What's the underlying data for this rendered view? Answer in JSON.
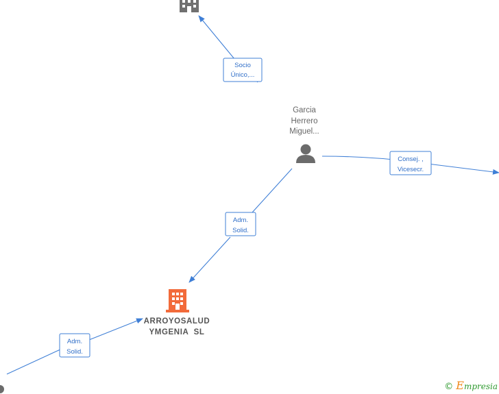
{
  "nodes": {
    "top_company": {
      "icon": "building-icon",
      "color": "#707070"
    },
    "person": {
      "label_lines": [
        "Garcia",
        "Herrero",
        "Miguel..."
      ],
      "icon": "person-icon",
      "color": "#6b6b6b"
    },
    "main_company": {
      "label_lines": [
        "ARROYOSALUD",
        "YMGENIA  SL"
      ],
      "icon": "building-icon",
      "color": "#f26a3a"
    },
    "bottom_left_person": {
      "icon": "person-icon",
      "color": "#6b6b6b"
    }
  },
  "edges": {
    "socio_unico": [
      "Socio",
      "Único,..."
    ],
    "consej_vicesecr": [
      "Consej. ,",
      "Vicesecr."
    ],
    "adm_solid_person": [
      "Adm.",
      "Solid."
    ],
    "adm_solid_bottom": [
      "Adm.",
      "Solid."
    ]
  },
  "colors": {
    "edge": "#3f7fd6"
  },
  "branding": {
    "copyright": "©",
    "brand_initial": "E",
    "brand_rest": "mpresia"
  }
}
